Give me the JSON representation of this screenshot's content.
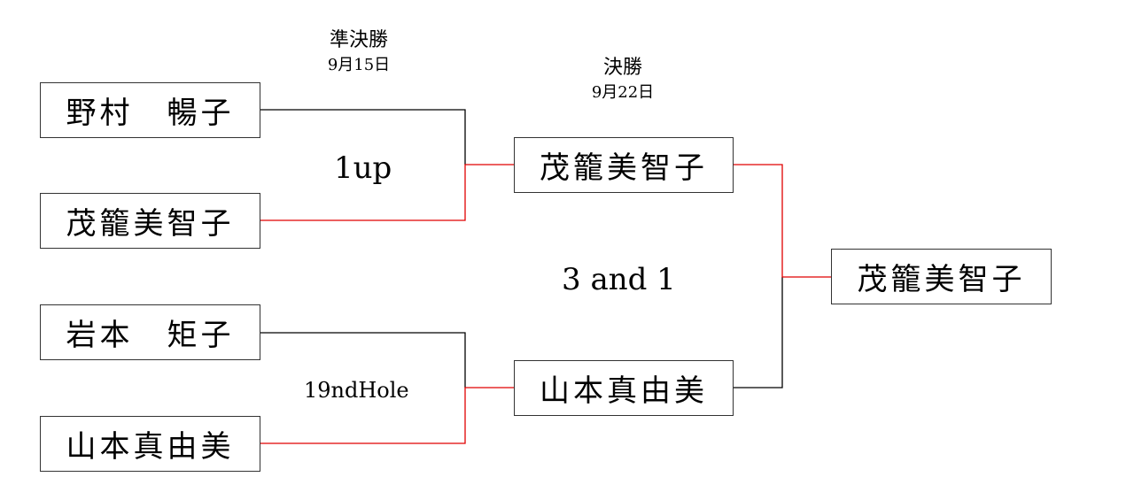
{
  "headers": {
    "semifinal": {
      "title": "準決勝",
      "date": "9月15日"
    },
    "final": {
      "title": "決勝",
      "date": "9月22日"
    }
  },
  "round1": {
    "players": [
      "野村　暢子",
      "茂籠美智子",
      "岩本　矩子",
      "山本真由美"
    ]
  },
  "round2": {
    "players": [
      "茂籠美智子",
      "山本真由美"
    ]
  },
  "champion": "茂籠美智子",
  "scores": {
    "match1": "1up",
    "match2": "19ndHole",
    "final": "3 and 1"
  },
  "colors": {
    "winner_line": "#e00000",
    "loser_line": "#000000",
    "border": "#333333"
  }
}
